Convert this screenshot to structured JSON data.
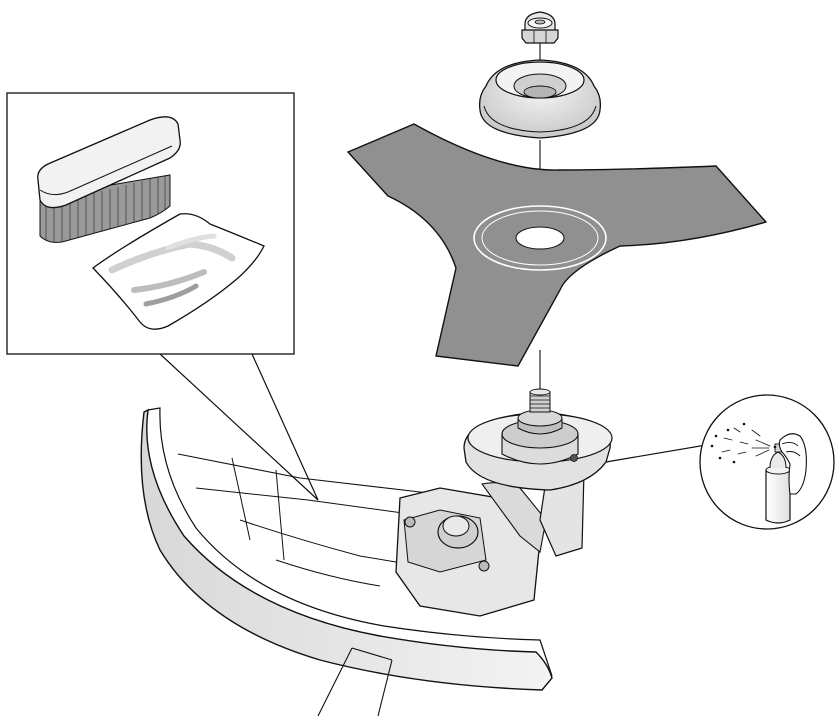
{
  "diagram": {
    "components": [
      {
        "name": "locking-nut",
        "role": "fastener"
      },
      {
        "name": "support-flange",
        "role": "cup washer"
      },
      {
        "name": "grass-blade",
        "role": "three-tooth cutting blade"
      },
      {
        "name": "drive-shaft-spindle",
        "role": "gear head output"
      },
      {
        "name": "blade-guard",
        "role": "deflector"
      }
    ],
    "inset_items": [
      "cleaning-brush",
      "cleaning-cloth"
    ],
    "callout_items": [
      "lubricant-spray-can"
    ],
    "colors": {
      "line": "#111111",
      "blade_fill": "#8f8f8f",
      "part_fill": "#e6e6e6",
      "shadow": "#cfcfcf",
      "background": "#ffffff"
    }
  }
}
